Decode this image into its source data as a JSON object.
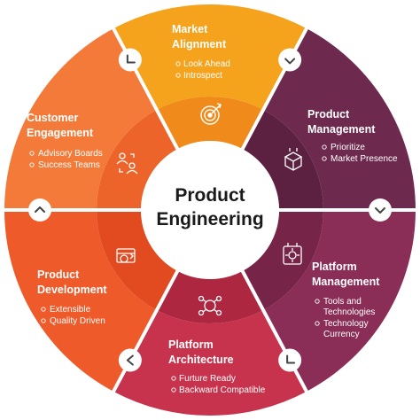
{
  "center": {
    "line1": "Product",
    "line2": "Engineering"
  },
  "segments": {
    "market_alignment": {
      "title_line1": "Market",
      "title_line2": "Alignment",
      "items": [
        "Look Ahead",
        "Introspect"
      ],
      "icon": "target-icon",
      "color_outer": "#f5a21c",
      "color_inner": "#f08a1a"
    },
    "product_management": {
      "title_line1": "Product",
      "title_line2": "Management",
      "items": [
        "Prioritize",
        "Market Presence"
      ],
      "icon": "box-icon",
      "color_outer": "#6e2a4e",
      "color_inner": "#5c2140"
    },
    "platform_management": {
      "title_line1": "Platform",
      "title_line2": "Management",
      "items": [
        "Tools and",
        "Technologies",
        "Technology",
        "Currency"
      ],
      "icon": "gear-board-icon",
      "color_outer": "#8a2d57",
      "color_inner": "#772449"
    },
    "platform_architecture": {
      "title_line1": "Platform",
      "title_line2": "Architecture",
      "items": [
        "Furture Ready",
        "Backward Compatible"
      ],
      "icon": "network-icon",
      "color_outer": "#c7334c",
      "color_inner": "#ad2741"
    },
    "product_development": {
      "title_line1": "Product",
      "title_line2": "Development",
      "items": [
        "Extensible",
        "Quality Driven"
      ],
      "icon": "gear-code-icon",
      "color_outer": "#ee5a2a",
      "color_inner": "#e24a1f"
    },
    "customer_engagement": {
      "title_line1": "Customer",
      "title_line2": "Engagement",
      "items": [
        "Advisory Boards",
        "Success Teams"
      ],
      "icon": "people-exchange-icon",
      "color_outer": "#f47a3a",
      "color_inner": "#ec642a"
    }
  }
}
